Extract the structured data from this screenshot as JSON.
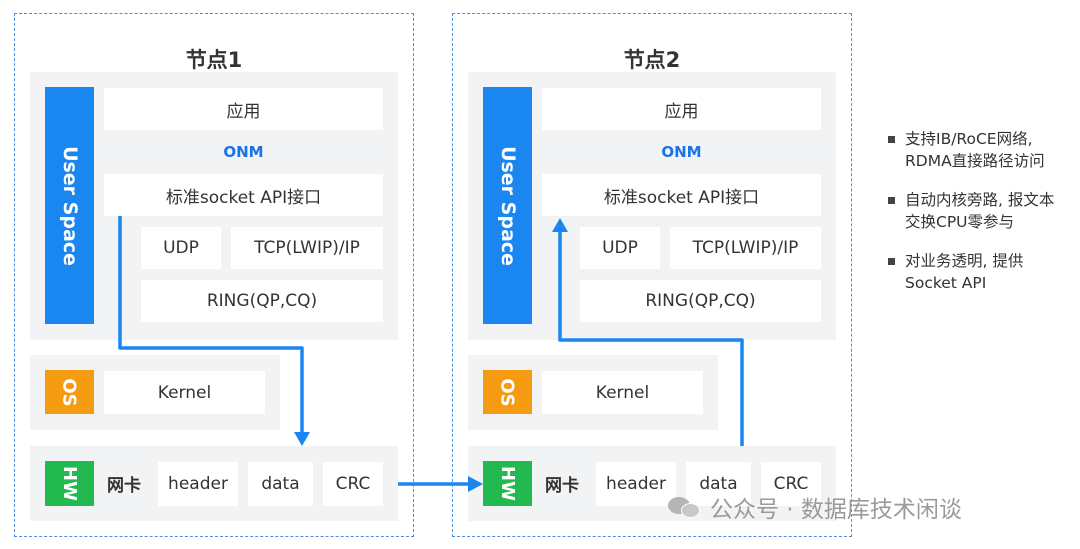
{
  "nodes": [
    {
      "title": "节点1",
      "user_space": "User Space",
      "app": "应用",
      "onm": "ONM",
      "socket_api": "标准socket API接口",
      "udp": "UDP",
      "tcp": "TCP(LWIP)/IP",
      "ring": "RING(QP,CQ)",
      "os": "OS",
      "kernel": "Kernel",
      "hw": "HW",
      "nic": "网卡",
      "header": "header",
      "data": "data",
      "crc": "CRC"
    },
    {
      "title": "节点2",
      "user_space": "User Space",
      "app": "应用",
      "onm": "ONM",
      "socket_api": "标准socket API接口",
      "udp": "UDP",
      "tcp": "TCP(LWIP)/IP",
      "ring": "RING(QP,CQ)",
      "os": "OS",
      "kernel": "Kernel",
      "hw": "HW",
      "nic": "网卡",
      "header": "header",
      "data": "data",
      "crc": "CRC"
    }
  ],
  "notes": [
    {
      "lines": [
        "支持IB/RoCE网络,",
        "RDMA直接路径访问"
      ]
    },
    {
      "lines": [
        "自动内核旁路, 报文本",
        "交换CPU零参与"
      ]
    },
    {
      "lines": [
        "对业务透明, 提供",
        "Socket API"
      ]
    }
  ],
  "watermark": "公众号 · 数据库技术闲谈",
  "colors": {
    "node_border": "#4a90e2",
    "user_space": "#1a86f0",
    "os": "#f59b12",
    "hw": "#22b94f",
    "arrow": "#1a86f0",
    "panel": "#f2f3f5",
    "onm_text": "#1a73e8"
  }
}
